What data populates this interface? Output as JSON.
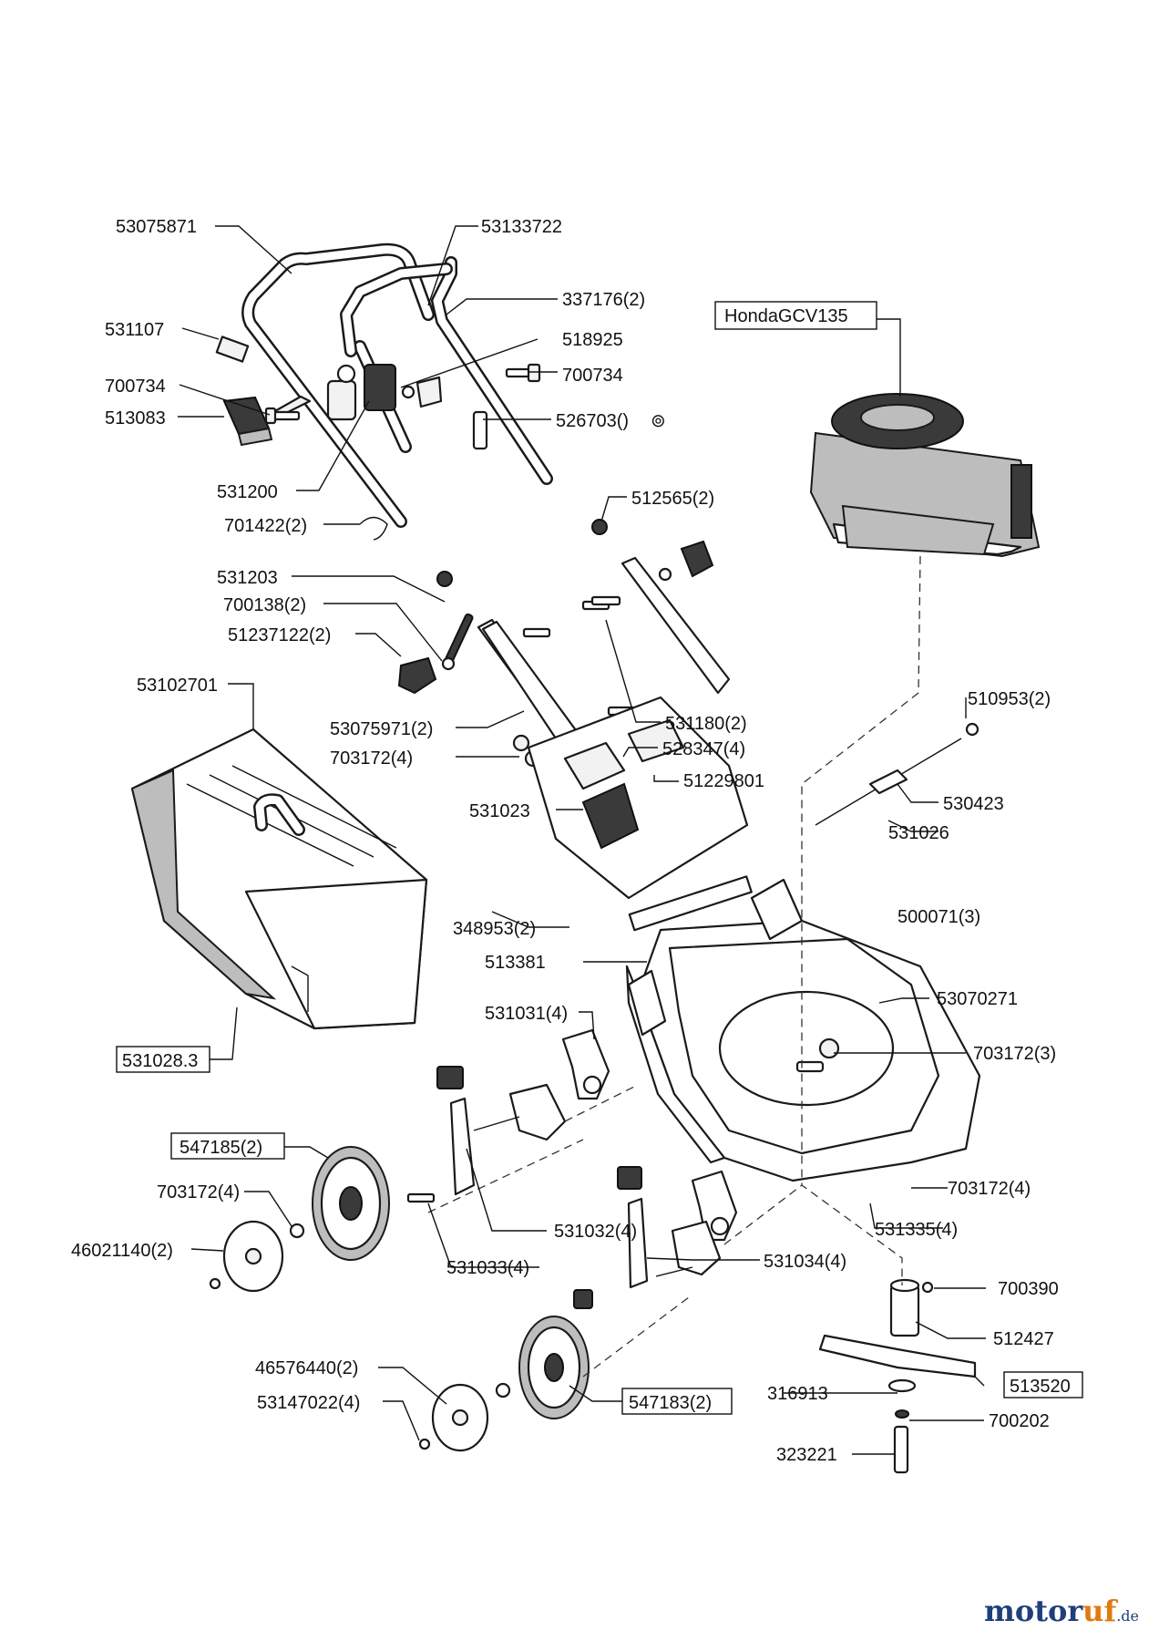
{
  "labels": {
    "l53075871": "53075871",
    "l53133722": "53133722",
    "l337176": "337176(2)",
    "l518925": "518925",
    "l531107": "531107",
    "l700734a": "700734",
    "l700734b": "700734",
    "l513083": "513083",
    "l526703": "526703()",
    "l531200": "531200",
    "l701422": "701422(2)",
    "lHonda": "HondaGCV135",
    "l512565": "512565(2)",
    "l531203": "531203",
    "l700138": "700138(2)",
    "l51237122": "51237122(2)",
    "l53102701": "53102701",
    "l531180": "531180(2)",
    "l53075971": "53075971(2)",
    "l528347": "528347(4)",
    "l703172a": "703172(4)",
    "l510953": "510953(2)",
    "l51229801": "51229801",
    "l531023": "531023",
    "l530423": "530423",
    "l531026": "531026",
    "l348953": "348953(2)",
    "l500071": "500071(3)",
    "l513381": "513381",
    "l53070271": "53070271",
    "l531031": "531031(4)",
    "l531028": "531028.3",
    "l703172b": "703172(3)",
    "l547185": "547185(2)",
    "l703172c": "703172(4)",
    "l703172d": "703172(4)",
    "l531335": "531335(4)",
    "l531032": "531032(4)",
    "l46021140": "46021140(2)",
    "l531033": "531033(4)",
    "l531034": "531034(4)",
    "l700390": "700390",
    "l512427": "512427",
    "l46576440": "46576440(2)",
    "l316913": "316913",
    "l513520": "513520",
    "l53147022": "53147022(4)",
    "l547183": "547183(2)",
    "l700202": "700202",
    "l323221": "323221"
  },
  "brand": {
    "name": "motor",
    "accent": "uf",
    "tld": ".de"
  },
  "colors": {
    "brand_blue": "#1f3f7a",
    "brand_orange": "#e07a10",
    "ink": "#111111"
  }
}
